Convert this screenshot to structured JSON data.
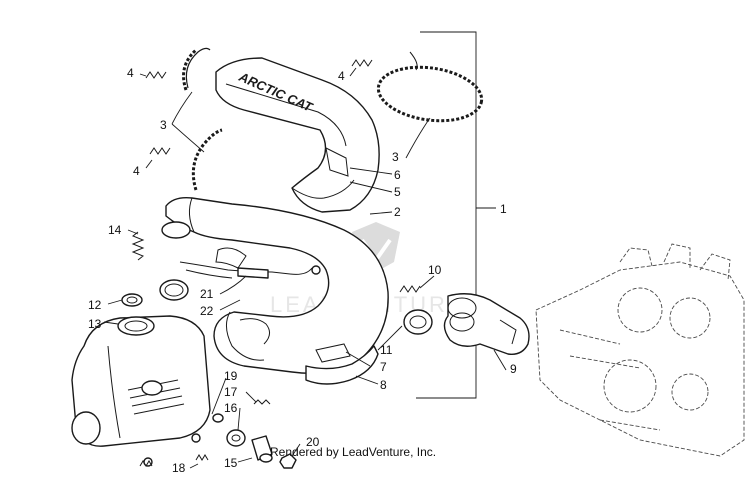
{
  "callouts": {
    "c1": "1",
    "c2": "2",
    "c3a": "3",
    "c3b": "3",
    "c4a": "4",
    "c4b": "4",
    "c4c": "4",
    "c5": "5",
    "c6": "6",
    "c7": "7",
    "c8": "8",
    "c9": "9",
    "c10": "10",
    "c11": "11",
    "c12": "12",
    "c13": "13",
    "c14": "14",
    "c15": "15",
    "c16": "16",
    "c17": "17",
    "c18": "18",
    "c19": "19",
    "c20": "20",
    "c21": "21",
    "c22": "22"
  },
  "heat_shield_brand": "ARCTIC CAT",
  "watermark": "LEADVENTURE",
  "credit": "Rendered by LeadVenture, Inc."
}
